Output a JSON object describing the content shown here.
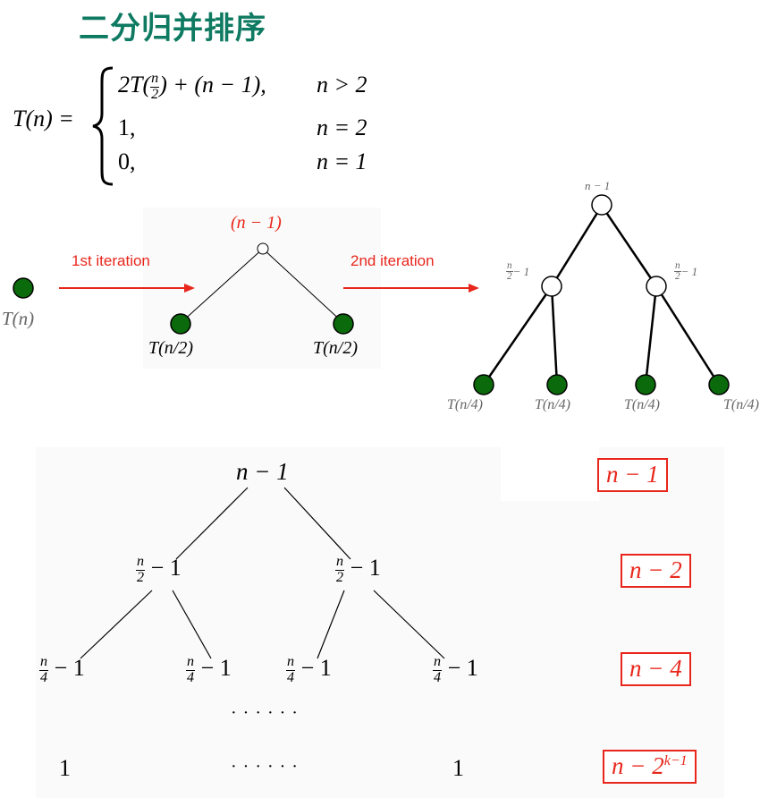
{
  "title": "二分归并排序",
  "recurrence": {
    "lhs": "T(n) =",
    "case1": {
      "pre": "2T(",
      "num": "n",
      "den": "2",
      "post": ") + (n − 1),",
      "cond": "n > 2"
    },
    "case2": {
      "expr": "1,",
      "cond": "n = 2"
    },
    "case3": {
      "expr": "0,",
      "cond": "n = 1"
    }
  },
  "top_diagram": {
    "root_label": "T(n)",
    "arrow1_label": "1st iteration",
    "arrow2_label": "2nd iteration",
    "level1_root_label": "(n − 1)",
    "level1_leaf_label": "T(n/2)",
    "level2_root_label": "n − 1",
    "level2_mid": {
      "num": "n",
      "den": "2",
      "rest": "− 1"
    },
    "level2_leaf_label": "T(n/4)"
  },
  "bottom_tree": {
    "root": "n − 1",
    "level1": {
      "num": "n",
      "den": "2",
      "rest": "− 1"
    },
    "level2": {
      "num": "n",
      "den": "4",
      "rest": "− 1"
    },
    "dots": "· · · · · ·",
    "leaf": "1"
  },
  "level_sums": {
    "sum0": "n − 1",
    "sum1": "n − 2",
    "sum2": "n − 4",
    "sumk_base": "n − 2",
    "sumk_exp": "k−1"
  },
  "colors": {
    "title": "#0f7a62",
    "node_green": "#0b6a0b",
    "accent_red": "#e8261b"
  }
}
